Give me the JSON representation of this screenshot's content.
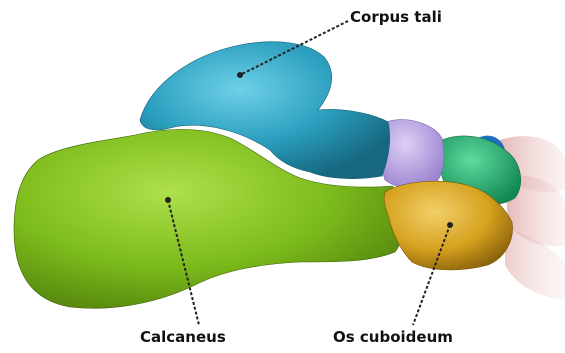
{
  "labels": {
    "talus": "Corpus tali",
    "calcaneus": "Calcaneus",
    "cuboid": "Os cuboideum"
  },
  "colors": {
    "talus": "#2b9fbf",
    "calcaneus": "#7dbb1c",
    "navicular": "#b9a3e3",
    "cuboid": "#d6a11e",
    "cuneiform_green": "#1fae6b",
    "cuneiform_blue": "#1b6fc2",
    "metatarsals": "#e9c3c3",
    "leader_line": "#222222"
  }
}
